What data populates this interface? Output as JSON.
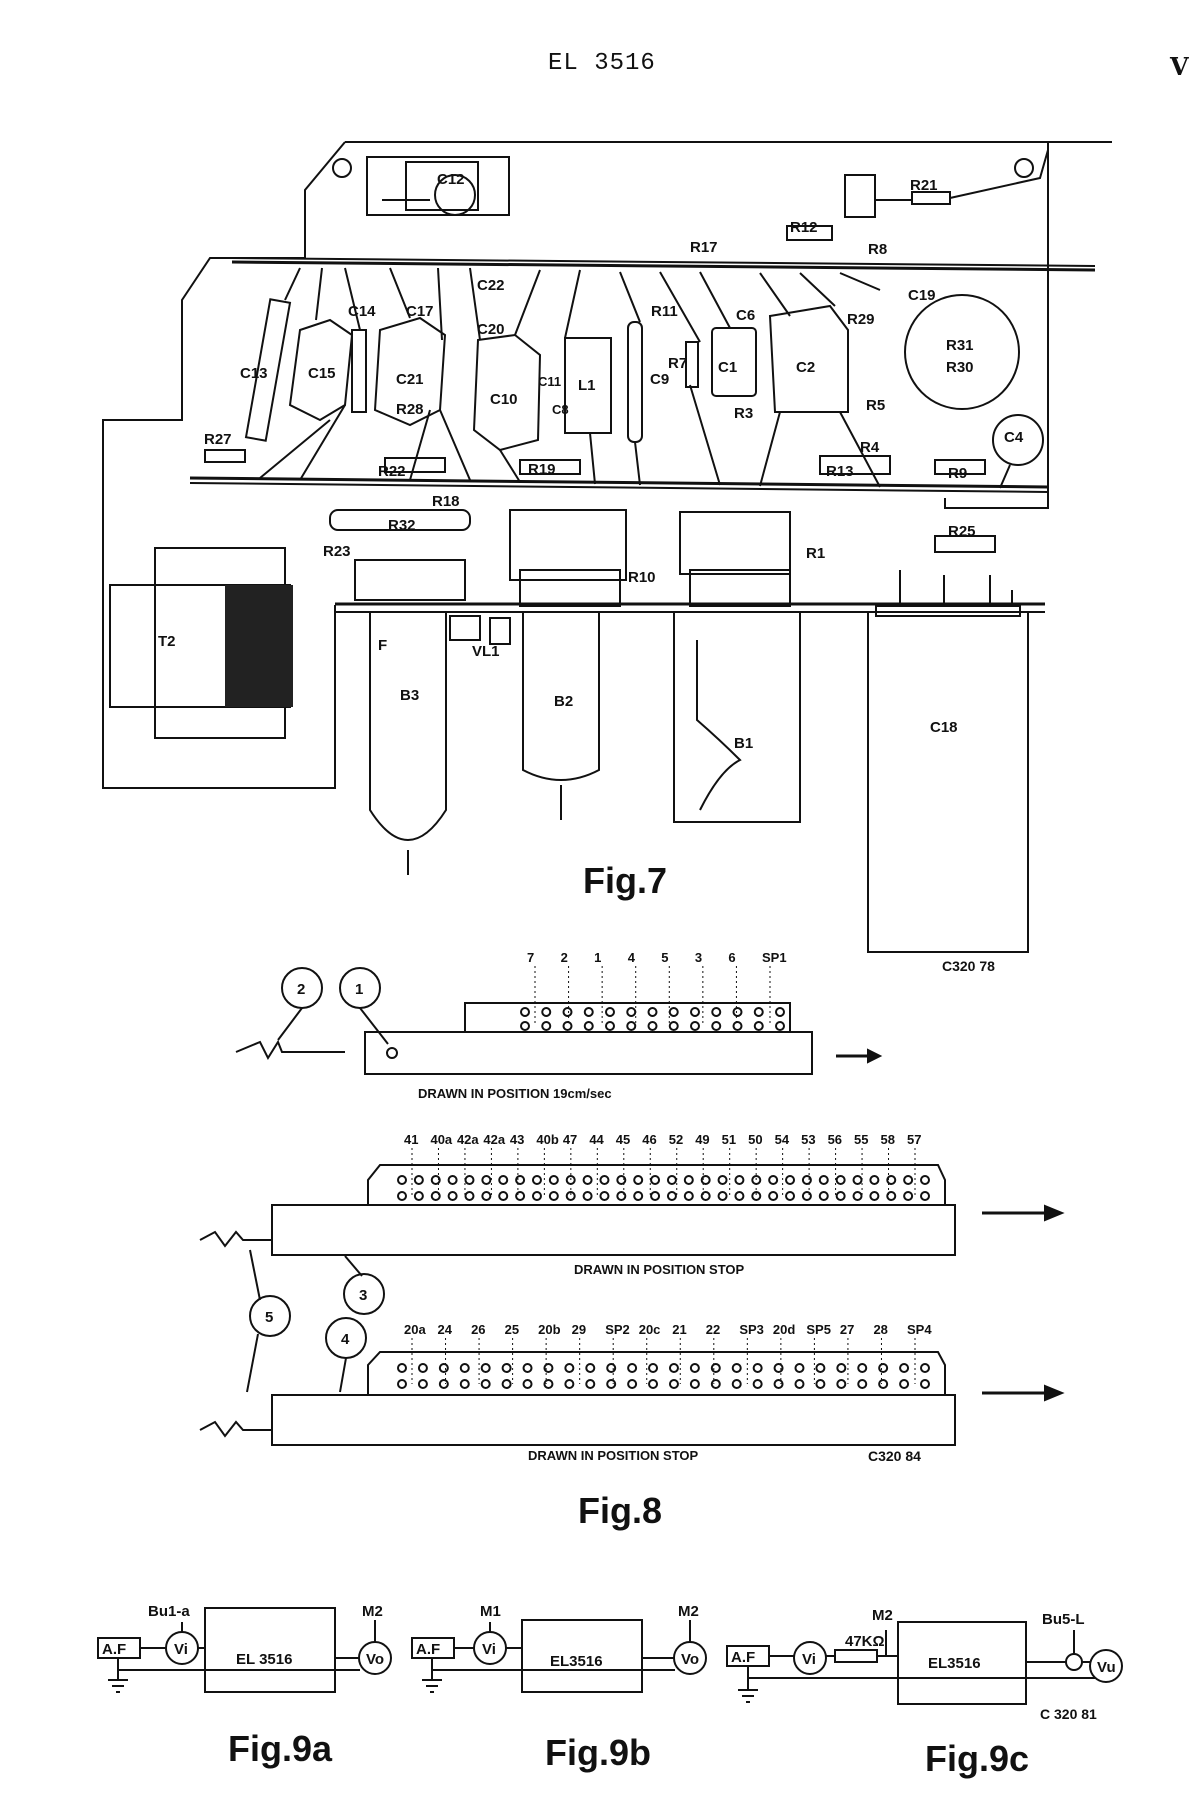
{
  "header": {
    "doc_id": "EL 3516",
    "page": "V"
  },
  "fig7": {
    "title": "Fig.7",
    "code": "C320 78",
    "labels": {
      "C12": "C12",
      "R21": "R21",
      "R12": "R12",
      "R8": "R8",
      "R17": "R17",
      "C22": "C22",
      "C14": "C14",
      "C17": "C17",
      "C20": "C20",
      "R11": "R11",
      "C6": "C6",
      "R29": "R29",
      "C19": "C19",
      "C13": "C13",
      "C15": "C15",
      "C21": "C21",
      "R28": "R28",
      "C10": "C10",
      "C11": "C11",
      "C8": "C8",
      "L1": "L1",
      "C9": "C9",
      "R7": "R7",
      "C1": "C1",
      "C2": "C2",
      "R31": "R31",
      "R30": "R30",
      "R3": "R3",
      "R5": "R5",
      "R4": "R4",
      "R27": "R27",
      "R22": "R22",
      "R19": "R19",
      "R13": "R13",
      "R9": "R9",
      "C4": "C4",
      "R18": "R18",
      "R32": "R32",
      "R23": "R23",
      "R25": "R25",
      "R10": "R10",
      "R1": "R1",
      "T2": "T2",
      "F": "F",
      "VL1": "VL1",
      "B3": "B3",
      "B2": "B2",
      "B1": "B1",
      "C18": "C18"
    }
  },
  "fig8": {
    "title": "Fig.8",
    "code": "C320 84",
    "circles": [
      "1",
      "2",
      "3",
      "4",
      "5"
    ],
    "slider1": {
      "caption": "DRAWN IN POSITION 19cm/sec",
      "pins": [
        "7",
        "2",
        "1",
        "4",
        "5",
        "3",
        "6",
        "SP1"
      ]
    },
    "slider2": {
      "caption": "DRAWN IN POSITION STOP",
      "pins": [
        "41",
        "40a",
        "42a",
        "42a",
        "43",
        "40b",
        "47",
        "44",
        "45",
        "46",
        "52",
        "49",
        "51",
        "50",
        "54",
        "53",
        "56",
        "55",
        "58",
        "57"
      ]
    },
    "slider3": {
      "caption": "DRAWN IN POSITION STOP",
      "pins": [
        "20a",
        "24",
        "26",
        "25",
        "20b",
        "29",
        "SP2",
        "20c",
        "21",
        "22",
        "SP3",
        "20d",
        "SP5",
        "27",
        "28",
        "SP4"
      ]
    }
  },
  "fig9": {
    "a": {
      "title": "Fig.9a",
      "source": "A.F",
      "vin": "Vi",
      "box": "EL 3516",
      "vout": "Vo",
      "in_tag": "Bu1-a",
      "out_tag": "M2"
    },
    "b": {
      "title": "Fig.9b",
      "source": "A.F",
      "vin": "Vi",
      "box": "EL3516",
      "vout": "Vo",
      "in_tag": "M1",
      "out_tag": "M2"
    },
    "c": {
      "title": "Fig.9c",
      "source": "A.F",
      "vin": "Vi",
      "resistor": "47KΩ",
      "box": "EL3516",
      "vout": "Vu",
      "in_tag": "M2",
      "out_tag": "Bu5-L",
      "code": "C 320 81"
    }
  }
}
